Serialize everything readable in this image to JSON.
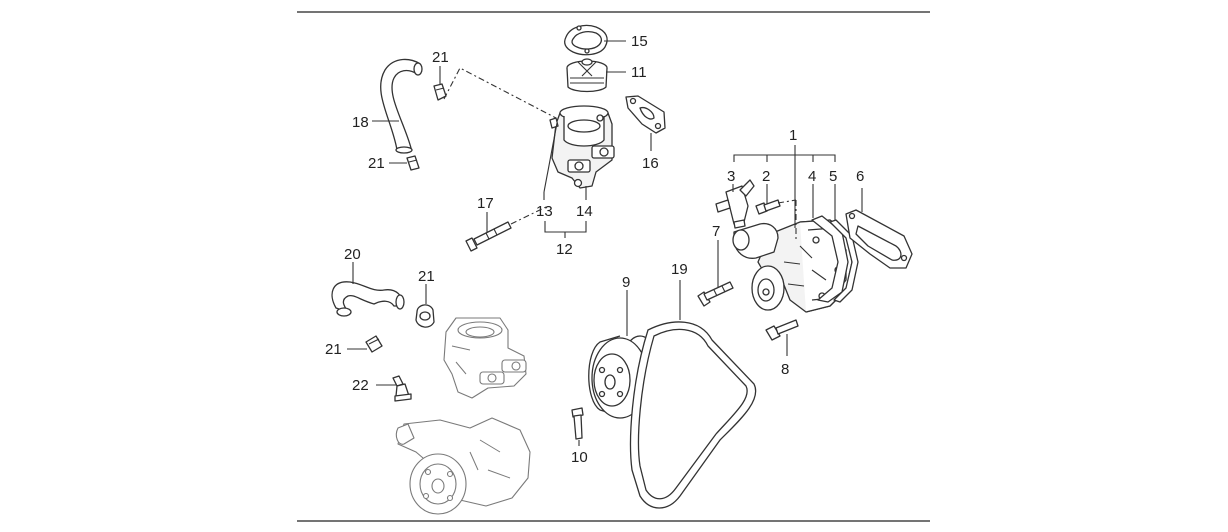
{
  "callouts": {
    "c1": "1",
    "c2": "2",
    "c3": "3",
    "c4": "4",
    "c5": "5",
    "c6": "6",
    "c7": "7",
    "c8": "8",
    "c9": "9",
    "c10": "10",
    "c11": "11",
    "c12": "12",
    "c13": "13",
    "c14": "14",
    "c15": "15",
    "c16": "16",
    "c17": "17",
    "c18": "18",
    "c19": "19",
    "c20": "20",
    "c21a": "21",
    "c21b": "21",
    "c21c": "21",
    "c21d": "21",
    "c22": "22"
  },
  "colors": {
    "line": "#333333",
    "text": "#222222",
    "background": "#ffffff"
  }
}
